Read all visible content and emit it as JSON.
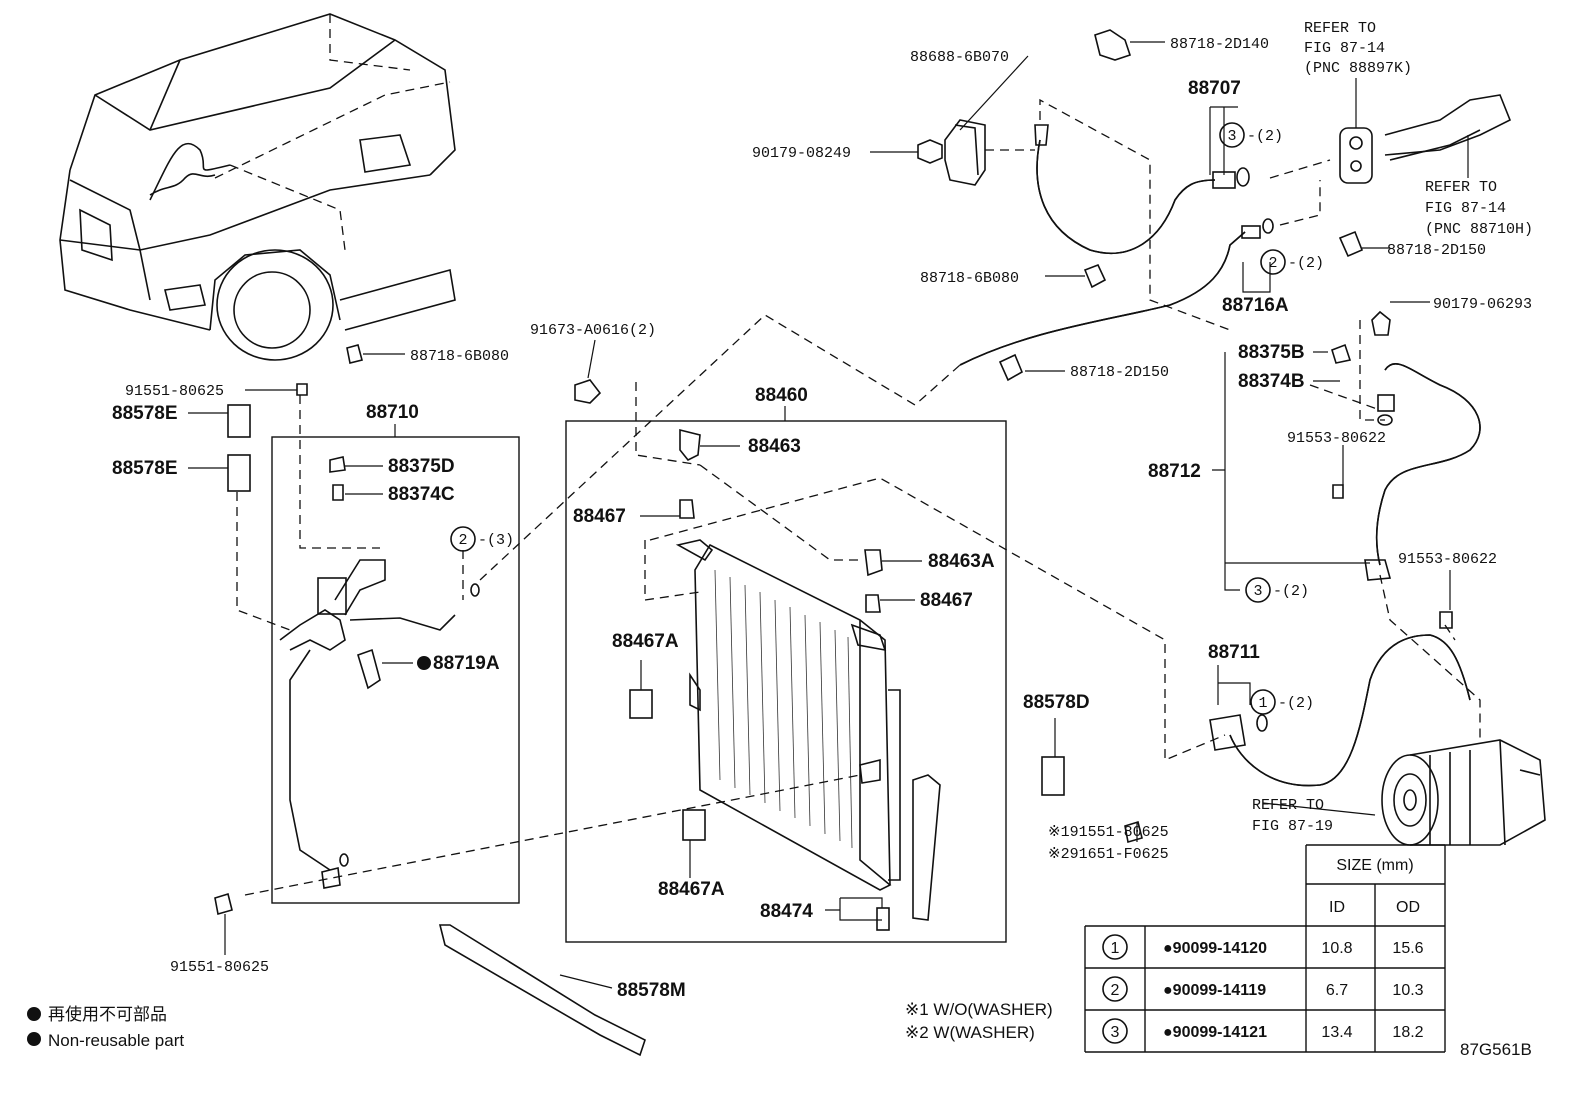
{
  "diagram_code": "87G561B",
  "callouts": {
    "p88688": "88688-6B070",
    "p90179a": "90179-08249",
    "p88718_2D140": "88718-2D140",
    "p88707": "88707",
    "p88718_6B080_top": "88718-6B080",
    "p88716A": "88716A",
    "p88718_2D150_right": "88718-2D150",
    "p90179b": "90179-06293",
    "p88718_2D150_mid": "88718-2D150",
    "p88375B": "88375B",
    "p88374B": "88374B",
    "p91553a": "91553-80622",
    "p88712": "88712",
    "p91553b": "91553-80622",
    "p88711": "88711",
    "p88718_6B080_left": "88718-6B080",
    "p91551a": "91551-80625",
    "p88578E_1": "88578E",
    "p88578E_2": "88578E",
    "p88710": "88710",
    "p88375D": "88375D",
    "p88374C": "88374C",
    "p88719A": "88719A",
    "p91551b": "91551-80625",
    "p91673": "91673-A0616(2)",
    "p88460": "88460",
    "p88463": "88463",
    "p88467_a": "88467",
    "p88463A": "88463A",
    "p88467_b": "88467",
    "p88467A_1": "88467A",
    "p88467A_2": "88467A",
    "p88474": "88474",
    "p88578D": "88578D",
    "p88578M": "88578M",
    "p191551": "※191551-80625",
    "p291651": "※291651-F0625"
  },
  "oring_refs": {
    "r1": {
      "num": "3",
      "qty": "-(2)"
    },
    "r2": {
      "num": "2",
      "qty": "-(2)"
    },
    "r3": {
      "num": "2",
      "qty": "-(3)"
    },
    "r4": {
      "num": "3",
      "qty": "-(2)"
    },
    "r5": {
      "num": "1",
      "qty": "-(2)"
    }
  },
  "refer_notes": {
    "a": [
      "REFER TO",
      "FIG 87-14",
      "(PNC 88897K)"
    ],
    "b": [
      "REFER TO",
      "FIG 87-14",
      "(PNC 88710H)"
    ],
    "c": [
      "REFER TO",
      "FIG 87-19"
    ]
  },
  "washer_notes": {
    "n1": "※1 W/O(WASHER)",
    "n2": "※2 W(WASHER)"
  },
  "legend": {
    "jp": "再使用不可部品",
    "en": "Non-reusable part"
  },
  "size_table": {
    "header": "SIZE (mm)",
    "col_id": "ID",
    "col_od": "OD",
    "rows": [
      {
        "num": "1",
        "part": "●90099-14120",
        "id": "10.8",
        "od": "15.6"
      },
      {
        "num": "2",
        "part": "●90099-14119",
        "id": "6.7",
        "od": "10.3"
      },
      {
        "num": "3",
        "part": "●90099-14121",
        "id": "13.4",
        "od": "18.2"
      }
    ]
  }
}
